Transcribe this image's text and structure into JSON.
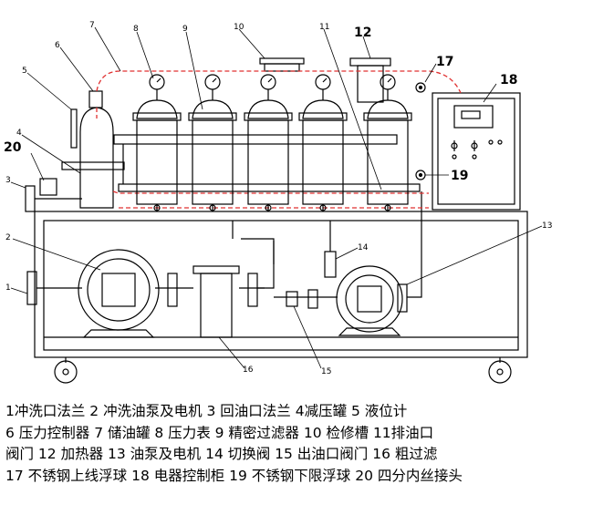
{
  "diagram": {
    "callouts": {
      "c1": "1",
      "c2": "2",
      "c3": "3",
      "c4": "4",
      "c5": "5",
      "c6": "6",
      "c7": "7",
      "c8": "8",
      "c9": "9",
      "c10": "10",
      "c11": "11",
      "c12": "12",
      "c13": "13",
      "c14": "14",
      "c15": "15",
      "c16": "16",
      "c17": "17",
      "c18": "18",
      "c19": "19",
      "c20": "20"
    }
  },
  "legend": {
    "lines": [
      "1冲洗口法兰 2 冲洗油泵及电机 3 回油口法兰 4减压罐 5 液位计",
      "6 压力控制器 7 储油罐 8 压力表 9 精密过滤器 10 检修槽 11排油口",
      "阀门  12 加热器  13 油泵及电机 14 切换阀 15 出油口阀门 16 粗过滤",
      "17 不锈钢上线浮球 18 电器控制柜 19 不锈钢下限浮球 20 四分内丝接头"
    ]
  }
}
